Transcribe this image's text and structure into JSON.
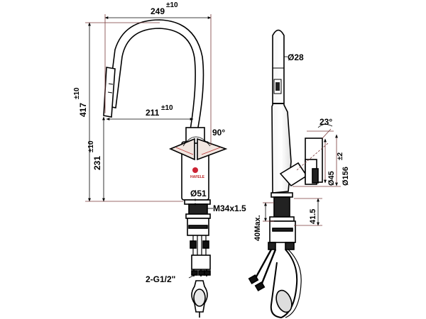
{
  "drawing": {
    "brand_label": "HAFELE",
    "dims": {
      "overall_reach": {
        "value": "249",
        "tol": "±10"
      },
      "spout_reach": {
        "value": "211",
        "tol": "±10"
      },
      "total_height": {
        "value": "417",
        "tol": "±10"
      },
      "outlet_height": {
        "value": "231",
        "tol": "±10"
      },
      "lever_angle": "90°",
      "base_diameter": "Ø51",
      "shank_thread": "M34x1.5",
      "connection": "2-G1/2\"",
      "spout_diameter": "Ø28",
      "tilt_angle": "23°",
      "body_diameter": "Ø45",
      "body_tol": "±2",
      "swing_diameter": "Ø156",
      "shank_length": "41.5",
      "max_deck": "40Max."
    }
  }
}
